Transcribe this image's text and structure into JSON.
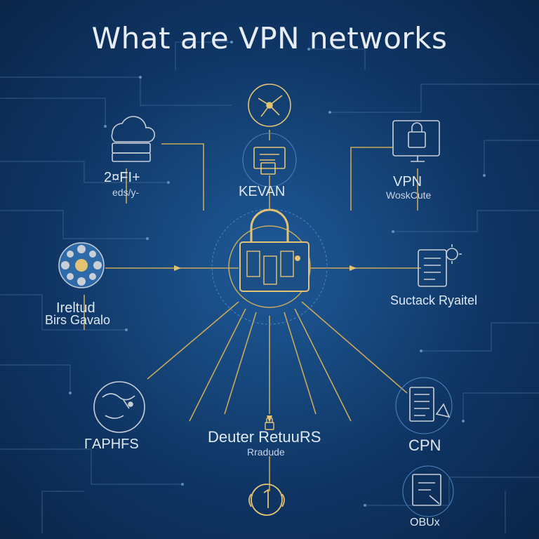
{
  "title": "What are VPN networks",
  "nodes": {
    "top_left": {
      "label": "2¤FI+",
      "sublabel": "eds/y-"
    },
    "top_center": {
      "label": "KEVAN"
    },
    "top_right": {
      "label": "VPN",
      "sublabel": "WoskCute"
    },
    "left": {
      "label": "Ireltud",
      "sublabel": "Birs Gavalo"
    },
    "right": {
      "label": "Suctack Ryaitel"
    },
    "bottom_center": {
      "label": "Deuter RetuuRS",
      "sublabel": "Rradude"
    },
    "bottom_left": {
      "label": "ΓAPHFS"
    },
    "bottom_right": {
      "label": "CPN"
    },
    "bottom_far_right": {
      "label": "OBUx"
    }
  },
  "palette": {
    "background": "#0f3564",
    "line": "#c9a85a",
    "accent": "#e3c274",
    "text": "#dfe7f1"
  },
  "icons": {
    "center": "padlock-icon",
    "top_center": "globe-network-icon",
    "top_left": "cloud-server-icon",
    "top_center_lower": "document-icon",
    "top_right": "monitor-lock-icon",
    "left": "shield-gear-icon",
    "right": "server-sun-icon",
    "bottom_left": "world-map-icon",
    "bottom_right": "server-rack-icon",
    "bottom_center": "badge-one-icon",
    "bottom_far_right": "file-box-icon"
  }
}
